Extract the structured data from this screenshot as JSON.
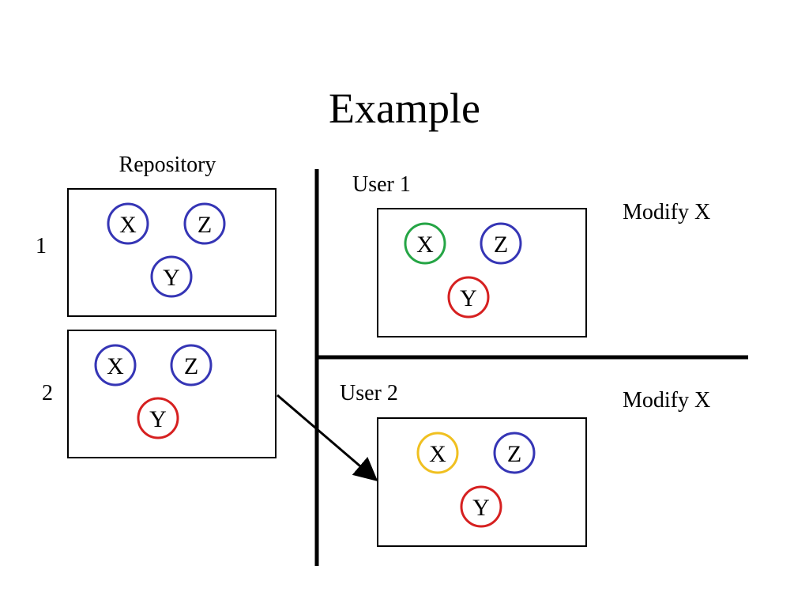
{
  "title": "Example",
  "repository": {
    "label": "Repository",
    "versions": [
      {
        "id": "1",
        "nodes": [
          {
            "letter": "X",
            "color": "#3535b5"
          },
          {
            "letter": "Z",
            "color": "#3535b5"
          },
          {
            "letter": "Y",
            "color": "#3535b5"
          }
        ]
      },
      {
        "id": "2",
        "nodes": [
          {
            "letter": "X",
            "color": "#3535b5"
          },
          {
            "letter": "Z",
            "color": "#3535b5"
          },
          {
            "letter": "Y",
            "color": "#d62020"
          }
        ]
      }
    ]
  },
  "users": [
    {
      "label": "User 1",
      "action": "Modify X",
      "nodes": [
        {
          "letter": "X",
          "color": "#25a545"
        },
        {
          "letter": "Z",
          "color": "#3535b5"
        },
        {
          "letter": "Y",
          "color": "#d62020"
        }
      ]
    },
    {
      "label": "User 2",
      "action": "Modify X",
      "nodes": [
        {
          "letter": "X",
          "color": "#f0c020"
        },
        {
          "letter": "Z",
          "color": "#3535b5"
        },
        {
          "letter": "Y",
          "color": "#d62020"
        }
      ]
    }
  ]
}
